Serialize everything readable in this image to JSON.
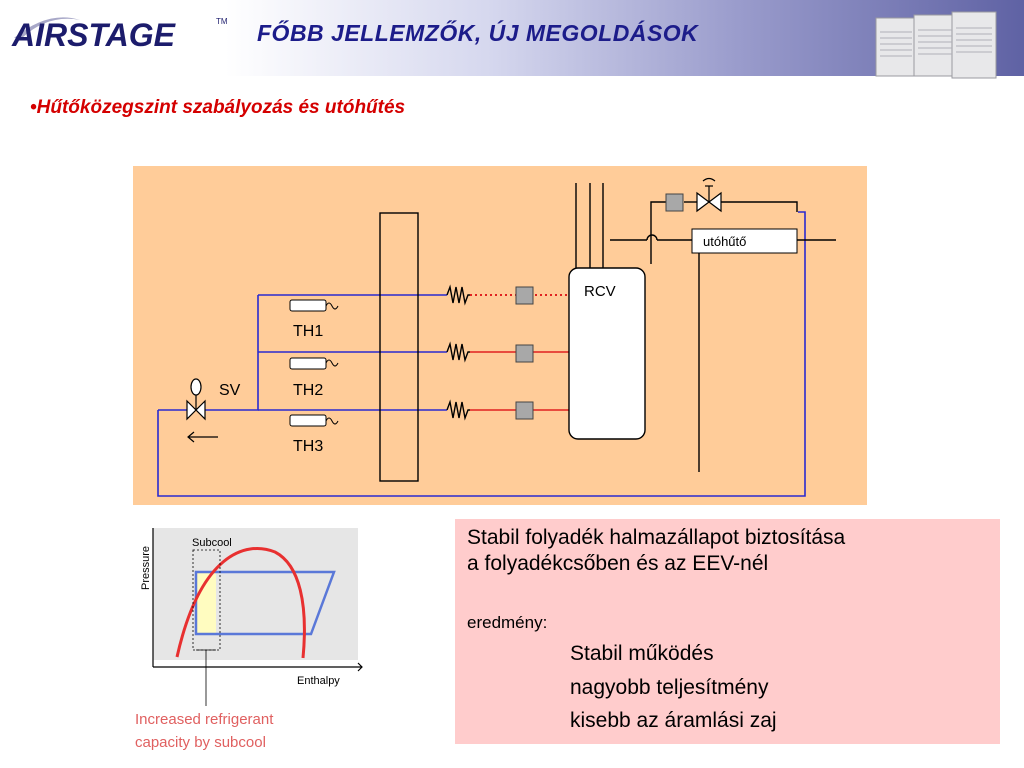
{
  "header": {
    "logo_text": "AIRSTAGE",
    "logo_tm": "TM",
    "title": "FŐBB JELLEMZŐK, ÚJ MEGOLDÁSOK"
  },
  "subtitle": "•Hűtőközegszint szabályozás és utóhűtés",
  "diagram": {
    "labels": {
      "rcv": "RCV",
      "subcooler": "utóhűtő",
      "sv": "SV",
      "th1": "TH1",
      "th2": "TH2",
      "th3": "TH3"
    },
    "colors": {
      "background": "#ffcc99",
      "liquid_line": "#2a2ad0",
      "hot_line": "#e02020",
      "dotted_line": "#e02020"
    }
  },
  "ph_chart": {
    "labels": {
      "subcool": "Subcool",
      "pressure": "Pressure",
      "enthalpy": "Enthalpy",
      "caption_line1": "Increased refrigerant",
      "caption_line2": "capacity by subcool"
    },
    "colors": {
      "dome": "#e83030",
      "cycle": "#5a78d8",
      "highlight": "#fffcc0",
      "caption": "#e06060"
    }
  },
  "infobox": {
    "line1": "Stabil folyadék halmazállapot biztosítása",
    "line2": "a folyadékcsőben és az EEV-nél",
    "result_label": "eredmény:",
    "results": [
      "Stabil működés",
      "nagyobb teljesítmény",
      "kisebb az áramlási zaj"
    ]
  }
}
